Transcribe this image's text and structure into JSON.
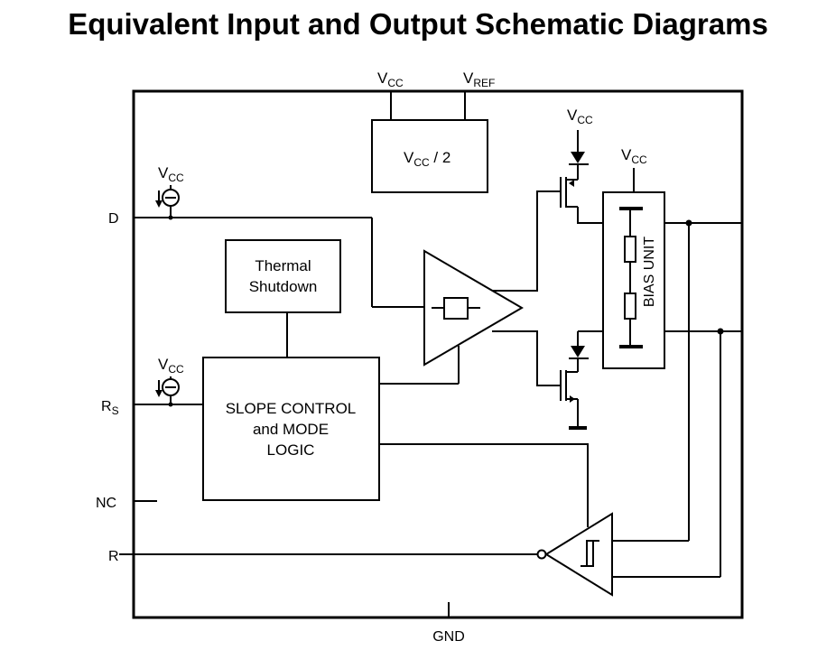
{
  "title": "Equivalent Input and Output Schematic Diagrams",
  "supply": {
    "vcc_main": "V",
    "vcc_sub": "CC",
    "vref_main": "V",
    "vref_sub": "REF"
  },
  "blocks": {
    "vcc_half_pre": "V",
    "vcc_half_sub": "CC",
    "vcc_half_post": " / 2",
    "thermal_line1": "Thermal",
    "thermal_line2": "Shutdown",
    "logic_line1": "SLOPE CONTROL",
    "logic_line2": "and MODE",
    "logic_line3": "LOGIC",
    "bias_unit": "BIAS UNIT"
  },
  "pins": {
    "d": "D",
    "rs_main": "R",
    "rs_sub": "S",
    "nc": "NC",
    "r": "R",
    "gnd": "GND"
  }
}
